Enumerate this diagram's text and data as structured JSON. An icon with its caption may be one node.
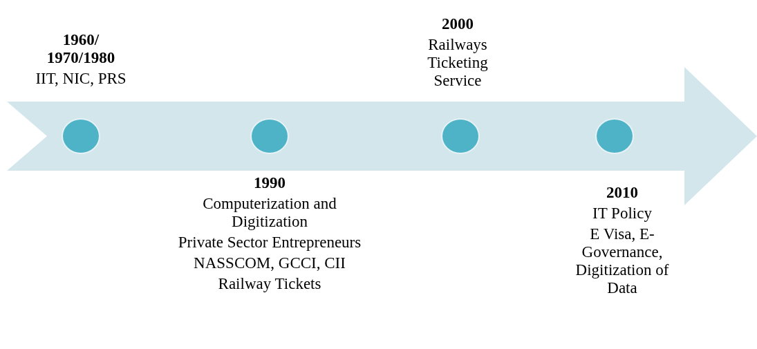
{
  "diagram": {
    "nodes": [
      {
        "text": [],
        "shape": "arrow"
      },
      {
        "text": [],
        "shape": "circle",
        "in": 0,
        "beside": [
          "1960/ 1970/1980",
          "IIT, NIC, PRS"
        ]
      },
      {
        "text": [],
        "shape": "circle",
        "in": 0,
        "beside": [
          "1990",
          "Computerization and Digitization",
          "Private Sector Entrepreneurs",
          "NASSCOM, GCCI, CII",
          "Railway Tickets"
        ]
      },
      {
        "text": [],
        "shape": "circle",
        "in": 0,
        "beside": [
          "2000",
          "Railways Ticketing Service"
        ]
      },
      {
        "text": [],
        "shape": "circle",
        "in": 0,
        "beside": [
          "2010",
          "IT Policy",
          "E Visa, E-Governance, Digitization of Data"
        ]
      }
    ],
    "edges": []
  }
}
